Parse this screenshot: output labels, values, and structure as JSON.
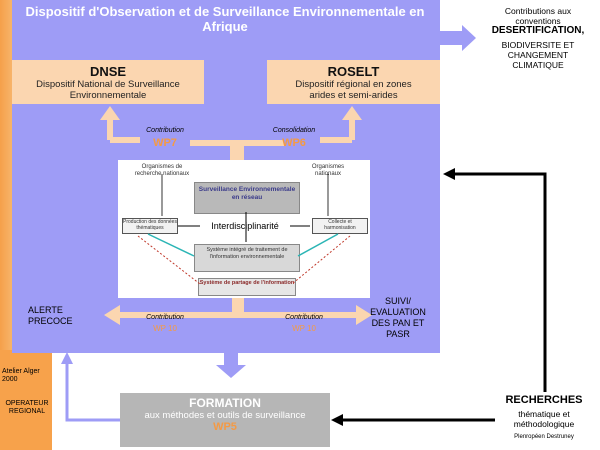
{
  "main_title": "Dispositif  d'Observation et de Surveillance Environnementale en Afrique",
  "dnse": {
    "title": "DNSE",
    "subtitle": "Dispositif National de Surveillance Environnementale"
  },
  "roselt": {
    "title": "ROSELT",
    "subtitle": "Dispositif régional en zones arides et semi-arides"
  },
  "wp7": {
    "label": "Contribution",
    "code": "WP7"
  },
  "wp6": {
    "label": "Consolidation",
    "code": "WP6"
  },
  "wp10_left": {
    "label": "Contribution",
    "code": "WP 10"
  },
  "wp10_right": {
    "label": "Contribution",
    "code": "WP 10"
  },
  "alerte": "ALERTE PRECOCE",
  "suivi": "SUIVI/ EVALUATION DES PAN ET PASR",
  "conventions": {
    "line1": "Contributions aux conventions",
    "line2": "DESERTIFICATION,",
    "line3": "BIODIVERSITE ET CHANGEMENT CLIMATIQUE"
  },
  "inner_diagram": {
    "top_left": "Organismes de recherche nationaux",
    "top_right": "Organismes nationaux",
    "center_title": "Surveillance Environnementale en réseau",
    "left_box": "Production des données thématiques",
    "right_box": "Collecte et harmonisation",
    "interdisciplinarity": "Interdisciplinarité",
    "middle_box": "Système intégré de traitement de l'information environnementale",
    "bottom_box": "Système de partage de l'information"
  },
  "formation": {
    "title": "FORMATION",
    "subtitle": "aux méthodes et outils de surveillance",
    "code": "WP5"
  },
  "recherches": {
    "title": "RECHERCHES",
    "subtitle": "thématique et méthodologique",
    "credit": "Plenropéen  Destruney"
  },
  "atelier": "Atelier Alger 2000",
  "operateur": "OPERATEUR REGIONAL",
  "colors": {
    "panel": "#9e9cf6",
    "peach": "#fbd6b0",
    "orange": "#f49a45",
    "gray": "#b6b6b6"
  }
}
